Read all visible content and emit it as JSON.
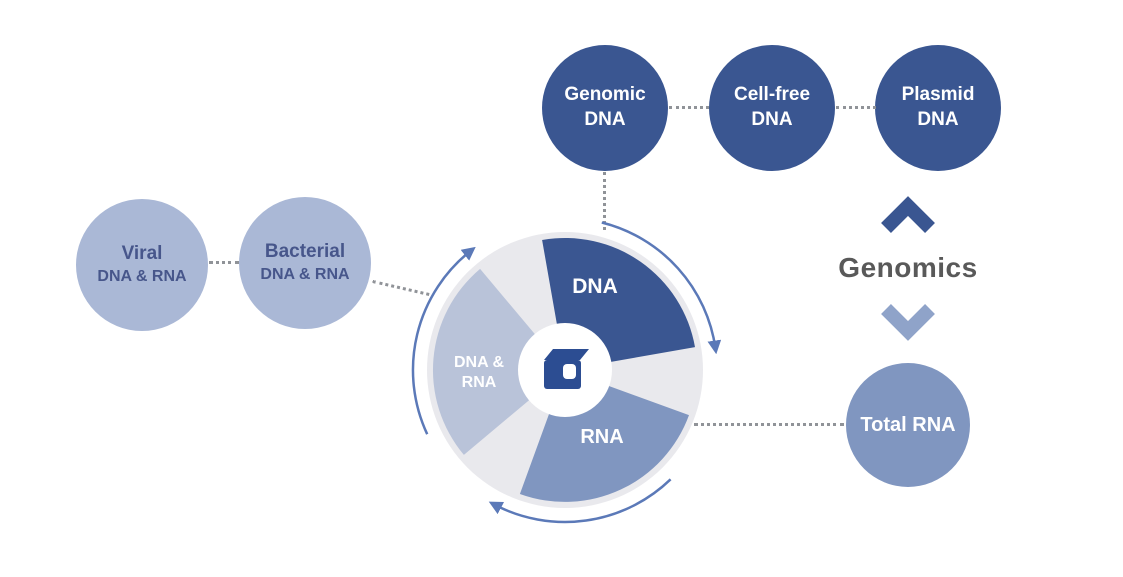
{
  "colors": {
    "dark_blue": "#3a5691",
    "medium_blue": "#8096c0",
    "light_blue": "#aab8d6",
    "pale_blade": "#b9c3d9",
    "wheel_gray": "#e9e9ed",
    "arrow_blue": "#5b79b8",
    "connector_gray": "#909398",
    "genomics_text": "#595959"
  },
  "icons": {
    "chevron_up": "chevron-up-icon",
    "chevron_down": "chevron-down-icon",
    "center": "instrument-icon"
  },
  "left_circles": [
    {
      "line1": "Viral",
      "line2": "DNA & RNA"
    },
    {
      "line1": "Bacterial",
      "line2": "DNA & RNA"
    }
  ],
  "top_circles": [
    {
      "line1": "Genomic",
      "line2": "DNA"
    },
    {
      "line1": "Cell-free",
      "line2": "DNA"
    },
    {
      "line1": "Plasmid",
      "line2": "DNA"
    }
  ],
  "wheel": {
    "segment_dna": "DNA",
    "segment_rna": "RNA",
    "segment_both_line1": "DNA &",
    "segment_both_line2": "RNA"
  },
  "genomics_label": "Genomics",
  "total_rna_label": "Total RNA"
}
